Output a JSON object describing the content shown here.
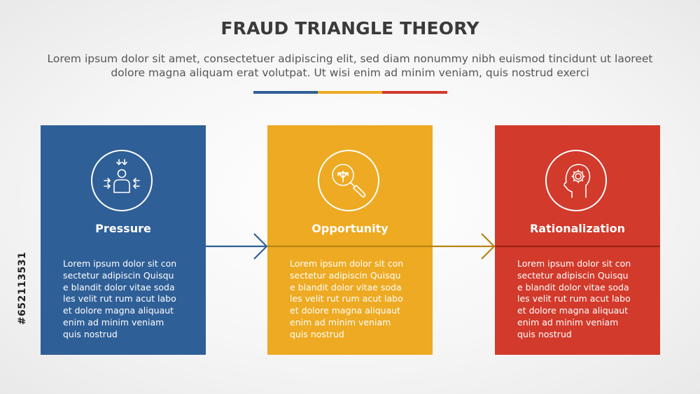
{
  "header": {
    "title": "FRAUD TRIANGLE THEORY",
    "subtitle": "Lorem ipsum dolor sit amet, consectetuer adipiscing elit, sed diam nonummy nibh euismod tincidunt ut laoreet dolore magna aliquam erat volutpat. Ut wisi enim ad minim veniam, quis nostrud exerci"
  },
  "colors": {
    "blue": "#2f5f97",
    "yellow": "#edaa22",
    "red": "#d23a2b"
  },
  "cards": [
    {
      "title": "Pressure",
      "icon": "pressure-person-icon",
      "text": "Lorem ipsum dolor sit con\nsectetur adipiscin Quisqu\ne blandit dolor vitae soda\nles velit rut rum acut labo\net dolore magna aliquaut\nenim ad minim veniam\nquis nostrud"
    },
    {
      "title": "Opportunity",
      "icon": "magnifier-arrows-icon",
      "text": "Lorem ipsum dolor sit con\nsectetur adipiscin Quisqu\ne blandit dolor vitae soda\nles velit rut rum acut labo\net dolore magna aliquaut\nenim ad minim veniam\nquis nostrud"
    },
    {
      "title": "Rationalization",
      "icon": "head-gear-icon",
      "text": "Lorem ipsum dolor sit con\nsectetur adipiscin Quisqu\ne blandit dolor vitae soda\nles velit rut rum acut labo\net dolore magna aliquaut\nenim ad minim veniam\nquis nostrud"
    }
  ],
  "side_id": "#652113531"
}
